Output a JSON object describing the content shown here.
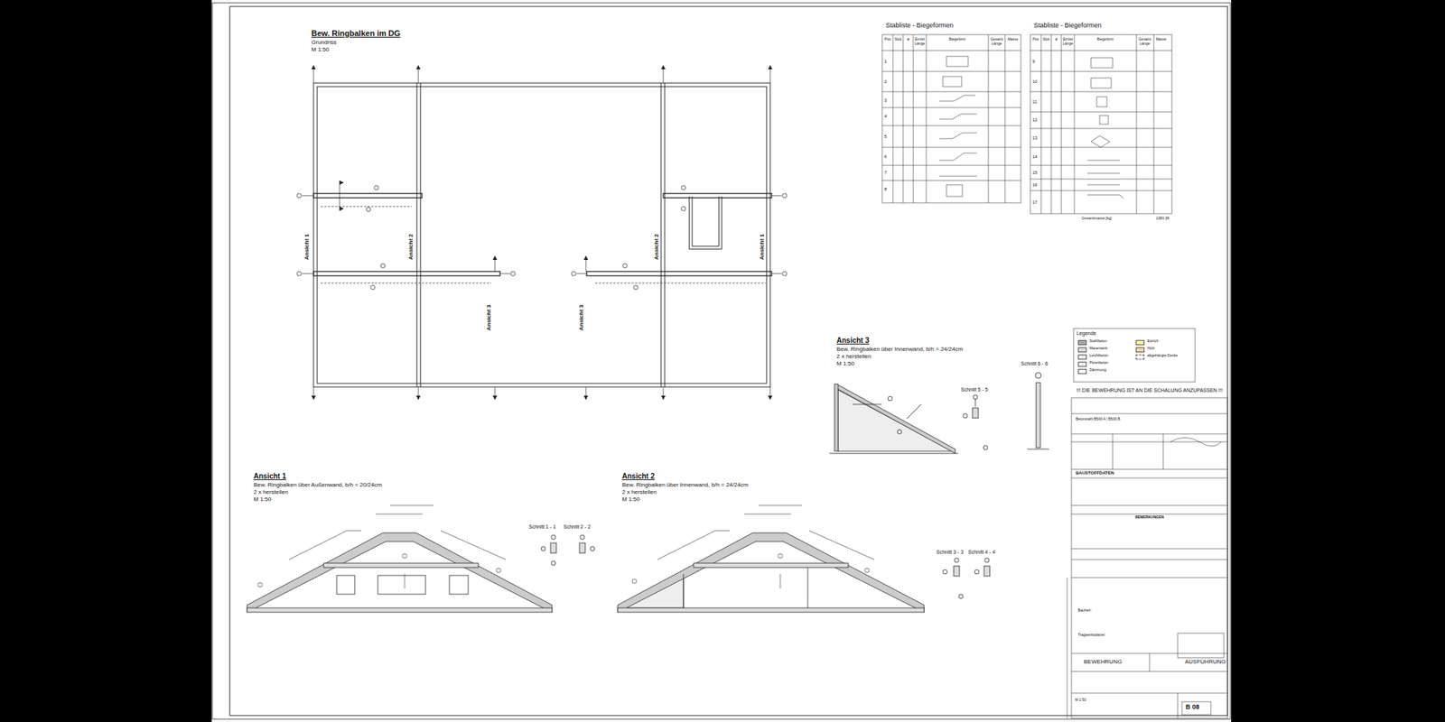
{
  "diagram": {
    "title": "Bew. Ringbalken im DG",
    "labels": [
      "Grundriss",
      "M 1:50",
      "Ansicht 1",
      "Ansicht 2",
      "Ansicht 3",
      "Ansicht 3",
      "Ansicht 2",
      "Ansicht 1",
      "Stabliste - Biegeformen",
      "Stabliste - Biegeformen",
      "Pos",
      "Stck",
      "ø",
      "Einzel Länge",
      "Biegeform",
      "Gesamt Länge",
      "Masse",
      "Pos",
      "Stck",
      "ø",
      "Einzel Länge",
      "Biegeform",
      "Gesamt Länge",
      "Masse",
      "1",
      "2",
      "3",
      "4",
      "5",
      "6",
      "7",
      "8",
      "9",
      "10",
      "11",
      "12",
      "13",
      "14",
      "15",
      "16",
      "17",
      "Gesamtmasse [kg]",
      "1383.38",
      "Ansicht 3",
      "Bew. Ringbalken über Innenwand, b/h = 24/24cm",
      "2 x herstellen",
      "M 1:50",
      "Schnitt 5 - 5",
      "Schnitt 6 - 6",
      "Ansicht 1",
      "Bew. Ringbalken über Außenwand, b/h = 20/24cm",
      "2 x herstellen",
      "M 1:50",
      "Ansicht 2",
      "Bew. Ringbalken über Innenwand, b/h = 24/24cm",
      "2 x herstellen",
      "M 1:50",
      "Schnitt 1 - 1",
      "Schnitt 2 - 2",
      "Schnitt 3 - 3",
      "Schnitt 4 - 4",
      "Legende",
      "!!! DIE BEWEHRUNG IST AN DIE SCHALUNG ANZUPASSEN !!!",
      "BAUSTOFFDATEN",
      "BEMERKUNGEN",
      "BEWEHRUNG",
      "AUSFÜHRUNG",
      "B 08",
      "Betonstahl B500 A / B500 B",
      "Bauherr:",
      "Tragwerksplaner:",
      "M 1:50"
    ],
    "legend": [
      {
        "text": "Stahlbeton",
        "color": "#a8a8a8"
      },
      {
        "text": "Mauerwerk",
        "color": "#d9d9d9"
      },
      {
        "text": "Leichtbeton",
        "color": "#eeeeee"
      },
      {
        "text": "Porenbeton",
        "color": "#f6f6f6"
      },
      {
        "text": "Dämmung",
        "color": "#ffffff"
      },
      {
        "text": "Estrich",
        "color": "#fff5a0"
      },
      {
        "text": "Holz",
        "color": "#f7d9a8"
      },
      {
        "text": "abgehängte Decke"
      }
    ]
  }
}
